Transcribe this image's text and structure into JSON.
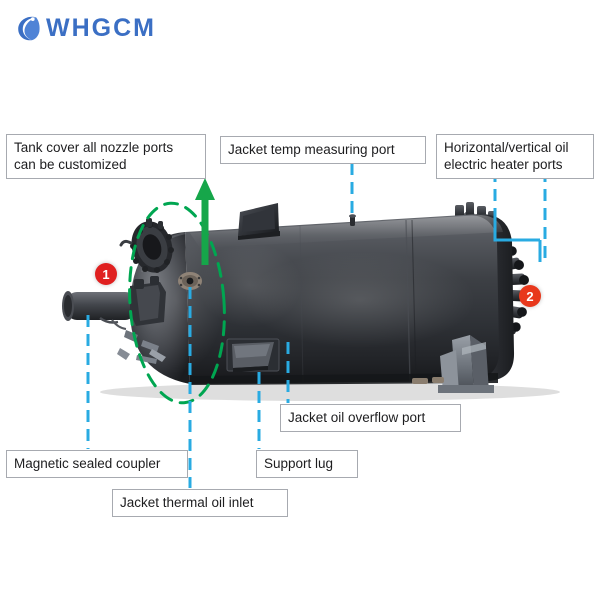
{
  "brand": {
    "name": "WHGCM",
    "logo_icon": "crescent-globe-icon",
    "color": "#3b6fc4"
  },
  "product": {
    "subject": "horizontal jacketed reactor tank",
    "body_color": "#3a3d42",
    "background": "#ffffff"
  },
  "annotation": {
    "line_color": "#29abe2",
    "highlight_color": "#00a651",
    "badge_color": "#e02020",
    "highlight_shape": "dashed-ellipse",
    "arrow_icon": "up-arrow-icon"
  },
  "badges": [
    {
      "id": "badge-1",
      "label": "1"
    },
    {
      "id": "badge-2",
      "label": "2"
    }
  ],
  "callouts": [
    {
      "id": "callout-tank-cover",
      "text": "Tank cover all nozzle ports\ncan be customized"
    },
    {
      "id": "callout-jacket-temp",
      "text": "Jacket temp measuring port"
    },
    {
      "id": "callout-heater-ports",
      "text": "Horizontal/vertical oil\nelectric heater ports"
    },
    {
      "id": "callout-magnetic",
      "text": "Magnetic sealed coupler"
    },
    {
      "id": "callout-thermal-inlet",
      "text": "Jacket thermal oil inlet"
    },
    {
      "id": "callout-support-lug",
      "text": "Support lug"
    },
    {
      "id": "callout-overflow",
      "text": "Jacket oil overflow port"
    }
  ]
}
